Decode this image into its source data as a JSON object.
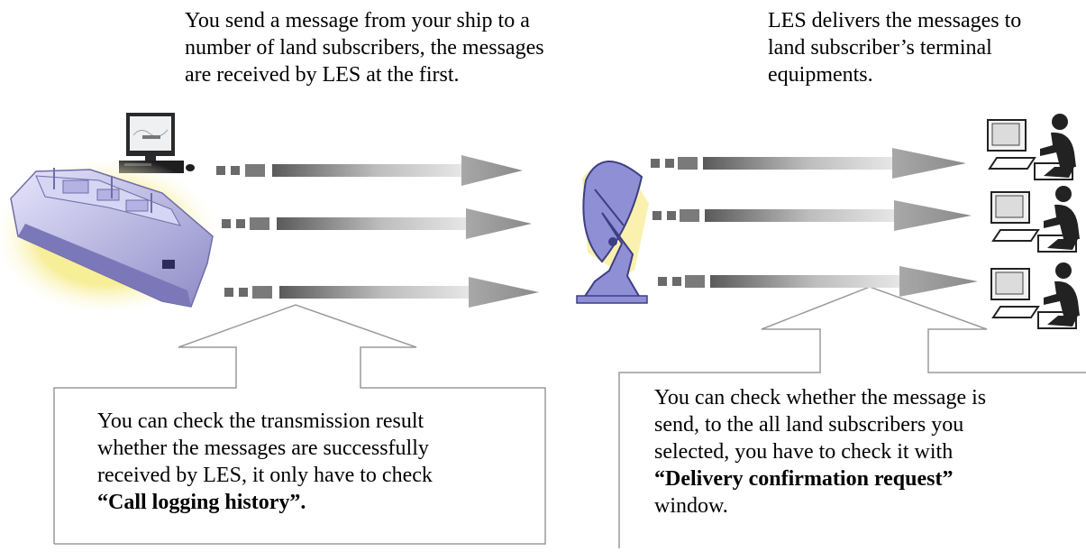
{
  "top_left_text": [
    "You send a message from your ship to a",
    "number of land subscribers, the messages",
    "are received by LES at the first."
  ],
  "top_right_text": [
    "LES delivers the messages to",
    "land subscriber’s terminal",
    "equipments."
  ],
  "left_callout": {
    "lines": [
      "You can check the transmission result",
      "whether the messages are successfully",
      "received by LES, it only have to check"
    ],
    "bold": "“Call logging history”."
  },
  "right_callout": {
    "lines": [
      "You can check whether the message is",
      "send, to the all land subscribers you",
      "selected, you have to check it with"
    ],
    "bold": "“Delivery confirmation request”",
    "tail": "window."
  },
  "icons": {
    "ship": "ship-icon",
    "computer": "computer-icon",
    "antenna": "satellite-dish-icon",
    "operator": "operator-at-terminal-icon"
  },
  "colors": {
    "arrow_dark": "#555555",
    "arrow_light": "#dddddd",
    "ship_glow": "#f5e88a",
    "ship_body": "#a9a8d8",
    "dish": "#8f8fd6",
    "callout_border": "#999999"
  }
}
